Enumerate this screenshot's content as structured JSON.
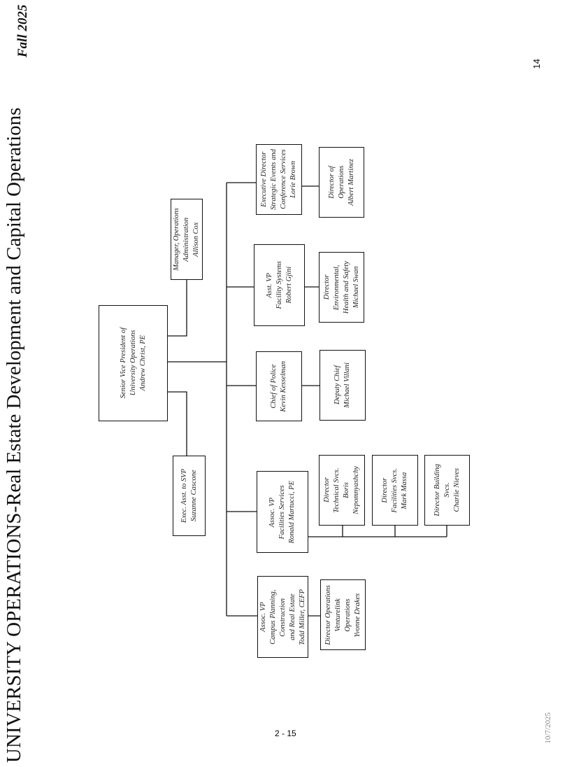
{
  "header": {
    "title": "UNIVERSITY OPERATIONS-Real Estate Development and Capital Operations",
    "term": "Fall 2025",
    "page_number": "14"
  },
  "footer": {
    "page_ref": "2 - 15",
    "date": "10/7/2025"
  },
  "org": {
    "svp": [
      "Senior Vice President of",
      "University Operations",
      "Andrew Christ, PE"
    ],
    "manager_ops": [
      "Manager, Operations",
      "Administration",
      "Allison Cox"
    ],
    "exec_asst": [
      "Exec. Asst. to SVP",
      "Suzanne Cascone"
    ],
    "exec_dir_events": [
      "Executive Director",
      "Strategic Events and",
      "Conference Services",
      "Lorie Brown"
    ],
    "dir_operations": [
      "Director of",
      "Operations",
      "Albert Martinez"
    ],
    "asst_vp_facility": [
      "Asst. VP",
      "Facility Systems",
      "Robert Gjini"
    ],
    "dir_ehs": [
      "Director",
      "Environmental,",
      "Health and Safety",
      "Michael Swan"
    ],
    "chief_police": [
      "Chief of Police",
      "Kevin Kesselman"
    ],
    "deputy_chief": [
      "Deputy Chief",
      "Michael Villani"
    ],
    "assoc_vp_facilities": [
      "Assoc. VP",
      "Facilities Services",
      "Ronald Martucci, PE"
    ],
    "dir_technical": [
      "Director",
      "Technical Svcs.",
      "Boris",
      "Nepomnyashchy"
    ],
    "dir_facilities": [
      "Director",
      "Facilities Svcs.",
      "Mark Massa"
    ],
    "dir_building": [
      "Director Building",
      "Svcs.",
      "Charlie Nieves"
    ],
    "assoc_vp_campus": [
      "Assoc. VP",
      "Campus Planning,",
      "Construction",
      "and Real Estate",
      "Todd Miller, CEFP"
    ],
    "dir_venturelink": [
      "Director Operations",
      "Venturelink",
      "Operations",
      "Yvonne Drakes"
    ]
  }
}
